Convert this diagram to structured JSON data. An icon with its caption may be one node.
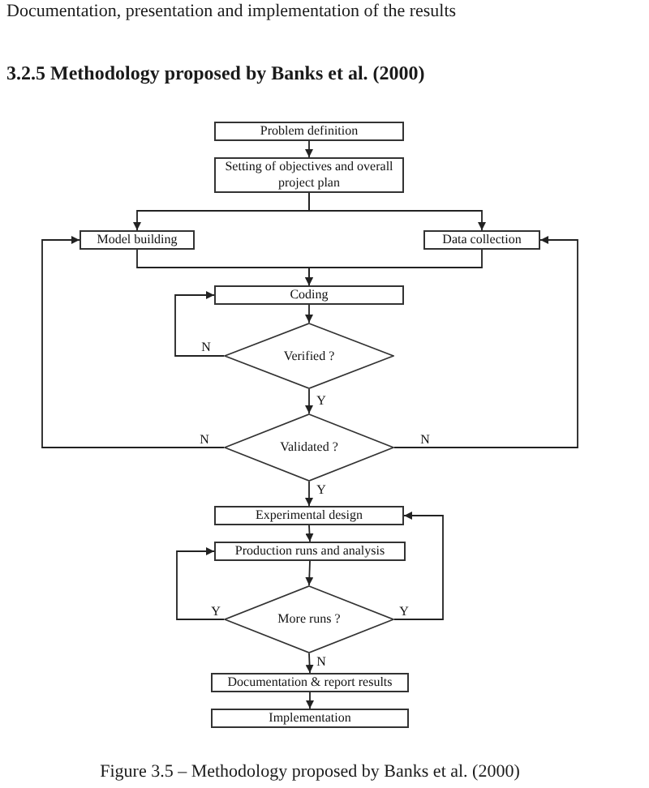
{
  "diagram": {
    "title": "3.2.5 Methodology proposed by Banks et al. (2000)",
    "caption": "Figure 3.5 – Methodology proposed by Banks et al. (2000)",
    "nodes": [
      {
        "text": [
          "Problem definition"
        ]
      },
      {
        "text": [
          "Setting of objectives and overall project plan"
        ]
      },
      {
        "text": [
          "Model building"
        ]
      },
      {
        "text": [
          "Data collection"
        ]
      },
      {
        "text": [
          "Coding"
        ]
      },
      {
        "text": [
          "Verified ?"
        ]
      },
      {
        "text": [
          "Validated ?"
        ]
      },
      {
        "text": [
          "Experimental design"
        ]
      },
      {
        "text": [
          "Production runs and analysis"
        ]
      },
      {
        "text": [
          "More runs ?"
        ]
      },
      {
        "text": [
          "Documentation & report results"
        ]
      },
      {
        "text": [
          "Implementation"
        ]
      }
    ],
    "edges": [
      {
        "from": 0,
        "to": 1,
        "arrow": "to"
      },
      {
        "from": 1,
        "to": 2,
        "arrow": "to"
      },
      {
        "from": 1,
        "to": 3,
        "arrow": "to"
      },
      {
        "from": 2,
        "to": 4,
        "arrow": "to"
      },
      {
        "from": 3,
        "to": 4,
        "arrow": "to"
      },
      {
        "from": 4,
        "to": 5,
        "arrow": "to"
      },
      {
        "from": 5,
        "to": 4,
        "arrow": "to",
        "label": "N"
      },
      {
        "from": 5,
        "to": 6,
        "arrow": "to",
        "label": "Y"
      },
      {
        "from": 6,
        "to": 2,
        "arrow": "to",
        "label": "N"
      },
      {
        "from": 6,
        "to": 3,
        "arrow": "to",
        "label": "N"
      },
      {
        "from": 6,
        "to": 7,
        "arrow": "to",
        "label": "Y"
      },
      {
        "from": 7,
        "to": 8,
        "arrow": "to"
      },
      {
        "from": 8,
        "to": 9,
        "arrow": "to"
      },
      {
        "from": 9,
        "to": 8,
        "arrow": "to",
        "label": "Y"
      },
      {
        "from": 9,
        "to": 7,
        "arrow": "to",
        "label": "Y"
      },
      {
        "from": 9,
        "to": 10,
        "arrow": "to",
        "label": "N"
      },
      {
        "from": 10,
        "to": 11,
        "arrow": "to"
      }
    ],
    "labels": [
      "Documentation, presentation and implementation of the results"
    ]
  }
}
